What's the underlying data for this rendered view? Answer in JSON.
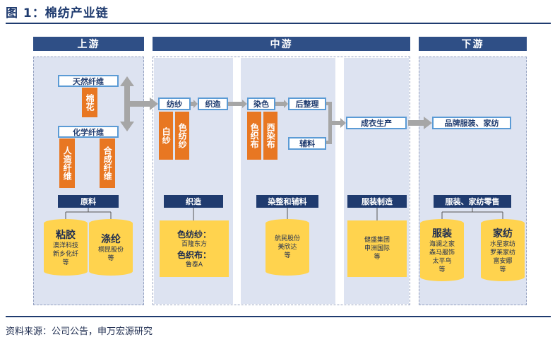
{
  "figure": {
    "label": "图 1：",
    "title": "棉纺产业链",
    "source": "资料来源：公司公告，申万宏源研究"
  },
  "sections": {
    "upstream": "上游",
    "midstream": "中游",
    "downstream": "下游"
  },
  "upstream": {
    "natural_fiber": "天然纤维",
    "cotton": "棉花",
    "chemical_fiber": "化学纤维",
    "rayon": "人造纤维",
    "synthetic": "合成纤维",
    "category": "原料",
    "company1_name": "粘胶",
    "company1_list": "澳洋科技\n新乡化纤\n等",
    "company2_name": "涤纶",
    "company2_list": "桐昆股份\n等"
  },
  "midstream": {
    "spinning": "纺纱",
    "weaving": "织造",
    "white_yarn": "白纱",
    "dyed_yarn": "色纺纱",
    "dyeing": "染色",
    "finishing": "后整理",
    "dyed_fabric": "色织布",
    "western_dyed": "西染布",
    "accessories": "辅料",
    "garment": "成衣生产",
    "cat_weaving": "织造",
    "weaving_line1": "色纺纱：",
    "weaving_line2": "百隆东方",
    "weaving_line3": "色织布：",
    "weaving_line4": "鲁泰A",
    "cat_dye": "染整和辅料",
    "dye_companies": "航民股份\n美欣达\n等",
    "cat_garment": "服装制造",
    "garment_companies": "健盛集团\n申洲国际\n等"
  },
  "downstream": {
    "brand": "品牌服装、家纺",
    "category": "服装、家纺零售",
    "apparel_name": "服装",
    "apparel_list": "海澜之家\n森马服饰\n太平鸟\n等",
    "home_name": "家纺",
    "home_list": "水星家纺\n罗莱家纺\n富安娜\n等"
  },
  "colors": {
    "navy": "#1f3b6f",
    "light_blue": "#5b9bd5",
    "orange": "#e87722",
    "yellow": "#ffd34e",
    "panel": "#dde3f1"
  }
}
